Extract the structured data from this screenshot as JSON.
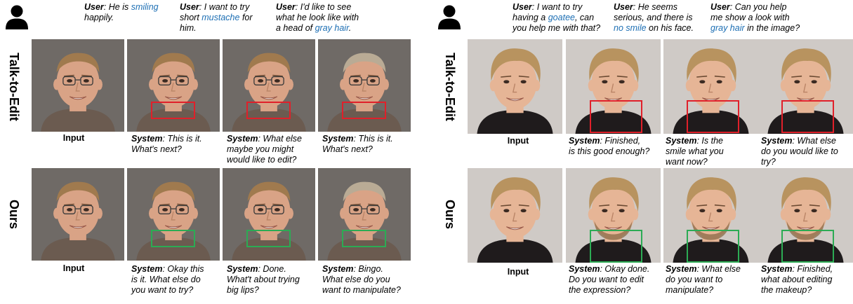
{
  "left": {
    "user_turns": [
      {
        "speaker": "User",
        "lines": [
          [
            "",
            ": He is "
          ],
          [
            "kw",
            "smiling"
          ],
          [
            "br",
            ""
          ],
          [
            "",
            "happily."
          ]
        ]
      },
      {
        "speaker": "User",
        "lines": [
          [
            "",
            ": I want to try"
          ],
          [
            "br",
            ""
          ],
          [
            "",
            "short "
          ],
          [
            "kw",
            "mustache"
          ],
          [
            "",
            " for"
          ],
          [
            "br",
            ""
          ],
          [
            "",
            "him."
          ]
        ]
      },
      {
        "speaker": "User",
        "lines": [
          [
            "",
            ": I'd like to see"
          ],
          [
            "br",
            ""
          ],
          [
            "",
            "what he look like with"
          ],
          [
            "br",
            ""
          ],
          [
            "",
            "a head of "
          ],
          [
            "kw",
            "gray hair"
          ],
          [
            "",
            "."
          ]
        ]
      }
    ],
    "row_labels": [
      "Talk-to-Edit",
      "Ours"
    ],
    "input_label": "Input",
    "talk_captions": [
      {
        "speaker": "System",
        "text": ": This is it.",
        "rest": [
          "What's next?"
        ]
      },
      {
        "speaker": "System",
        "text": ": What else",
        "rest": [
          "maybe you might",
          "would like to edit?"
        ]
      },
      {
        "speaker": "System",
        "text": ": This is it.",
        "rest": [
          "What's next?"
        ]
      }
    ],
    "ours_captions": [
      {
        "speaker": "System",
        "text": ": Okay this",
        "rest": [
          "is it. What else do",
          "you want to try?"
        ]
      },
      {
        "speaker": "System",
        "text": ": Done.",
        "rest": [
          "What't about trying",
          "big lips?"
        ]
      },
      {
        "speaker": "System",
        "text": ": Bingo.",
        "rest": [
          "What else do you",
          "want to manipulate?"
        ]
      }
    ]
  },
  "right": {
    "user_turns": [
      {
        "speaker": "User",
        "lines": [
          [
            "",
            ": I want to try"
          ],
          [
            "br",
            ""
          ],
          [
            "",
            "having a "
          ],
          [
            "kw",
            "goatee"
          ],
          [
            "",
            ", can"
          ],
          [
            "br",
            ""
          ],
          [
            "",
            "you help me with that?"
          ]
        ]
      },
      {
        "speaker": "User",
        "lines": [
          [
            "",
            ": He seems"
          ],
          [
            "br",
            ""
          ],
          [
            "",
            "serious, and there is"
          ],
          [
            "br",
            ""
          ],
          [
            "kw",
            "no smile"
          ],
          [
            "",
            " on his face."
          ]
        ]
      },
      {
        "speaker": "User",
        "lines": [
          [
            "",
            ": Can you help"
          ],
          [
            "br",
            ""
          ],
          [
            "",
            "me show a look with"
          ],
          [
            "br",
            ""
          ],
          [
            "kw",
            "gray hair"
          ],
          [
            "",
            " in the image?"
          ]
        ]
      }
    ],
    "row_labels": [
      "Talk-to-Edit",
      "Ours"
    ],
    "input_label": "Input",
    "talk_captions": [
      {
        "speaker": "System",
        "text": ":  Finished,",
        "rest": [
          "is this good enough?"
        ]
      },
      {
        "speaker": "System",
        "text": ": Is the",
        "rest": [
          "smile  what you",
          "want now?"
        ]
      },
      {
        "speaker": "System",
        "text": ": What else",
        "rest": [
          "do you would like to",
          "try?"
        ]
      }
    ],
    "ours_captions": [
      {
        "speaker": "System",
        "text": ": Okay done.",
        "rest": [
          "Do you want to edit",
          "the expression?"
        ]
      },
      {
        "speaker": "System",
        "text": ": What else",
        "rest": [
          "do you want to",
          "manipulate?"
        ]
      },
      {
        "speaker": "System",
        "text": ": Finished,",
        "rest": [
          "what about editing",
          "the makeup?"
        ]
      }
    ]
  },
  "colors": {
    "keyword": "#1d6fb4",
    "talk_box": "#e0202a",
    "ours_box": "#2cab54"
  }
}
